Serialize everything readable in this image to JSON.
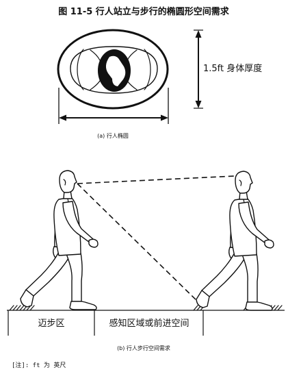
{
  "figure": {
    "title": "图 11-5 行人站立与步行的椭圆形空间需求",
    "panel_a": {
      "dimension_label": "1.5ft 身体厚度",
      "caption": "(a) 行人椭圆"
    },
    "panel_b": {
      "zones": [
        "迈步区",
        "感知区域或前进空间"
      ],
      "caption": "(b) 行人步行空间需求"
    },
    "note": "[注]: ft 为 英尺"
  }
}
